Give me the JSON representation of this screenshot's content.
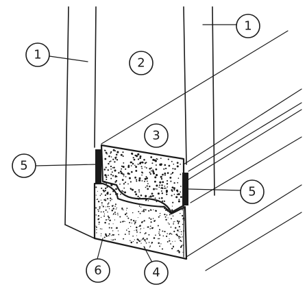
{
  "labels": {
    "glass_pane_left": "1",
    "glass_pane_right": "1",
    "cavity": "2",
    "spacer": "3",
    "secondary_seal": "4",
    "primary_seal_left": "5",
    "primary_seal_right": "5",
    "sealant_base": "6"
  },
  "colors": {
    "ink": "#1a1a1a",
    "background": "#ffffff"
  }
}
